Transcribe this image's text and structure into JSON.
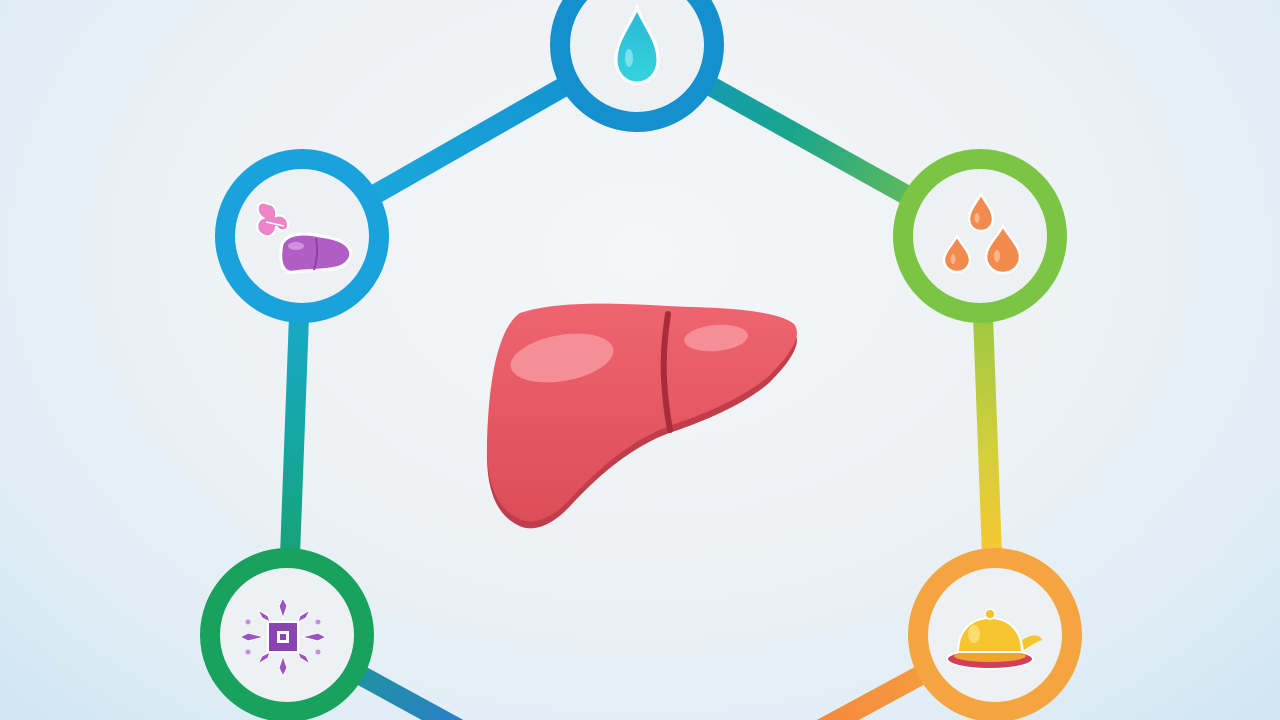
{
  "diagram": {
    "center": {
      "icon": "liver-icon",
      "color": "#e0525e"
    },
    "connector_colors": {
      "blue": "#1a9fd8",
      "teal": "#11a39a",
      "green": "#7cc544",
      "yellow": "#f4c531",
      "orange": "#f59a3f"
    },
    "nodes": [
      {
        "id": "top",
        "icon": "water-drop-icon",
        "ring_color": "#1490cf"
      },
      {
        "id": "upper-left",
        "icon": "liver-and-butterfly-icon",
        "ring_color": "#1aa2dc"
      },
      {
        "id": "upper-right",
        "icon": "orange-drops-icon",
        "ring_color": "#7cc544"
      },
      {
        "id": "lower-left",
        "icon": "purple-chip-icon",
        "ring_color": "#18a25e"
      },
      {
        "id": "lower-right",
        "icon": "food-cloche-icon",
        "ring_color": "#f5a540"
      }
    ]
  }
}
